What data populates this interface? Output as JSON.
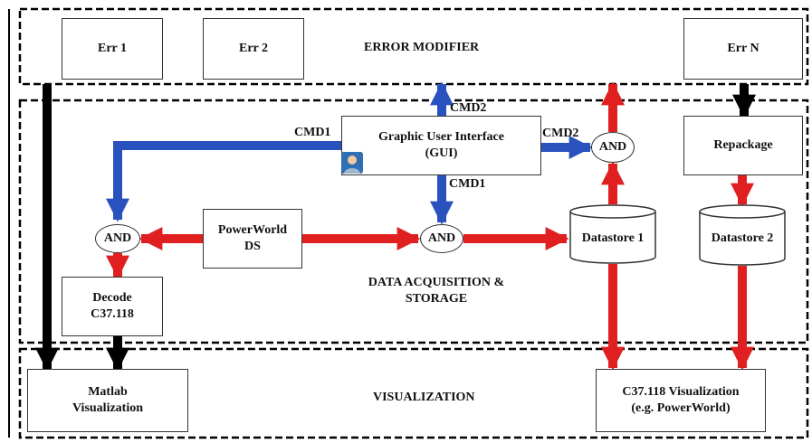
{
  "regions": {
    "error_modifier": "ERROR MODIFIER",
    "data_acquisition": "DATA ACQUISITION &\nSTORAGE",
    "visualization": "VISUALIZATION"
  },
  "boxes": {
    "err1": "Err 1",
    "err2": "Err 2",
    "errn": "Err N",
    "gui": "Graphic User Interface\n(GUI)",
    "repackage": "Repackage",
    "powerworld_ds": "PowerWorld\nDS",
    "decode": "Decode\nC37.118",
    "matlab_vis": "Matlab\nVisualization",
    "c37_vis": "C37.118 Visualization\n(e.g. PowerWorld)"
  },
  "stores": {
    "datastore1": "Datastore 1",
    "datastore2": "Datastore 2"
  },
  "gates": {
    "and_left": "AND",
    "and_mid": "AND",
    "and_top": "AND"
  },
  "signals": {
    "cmd1_left": "CMD1",
    "cmd1_down": "CMD1",
    "cmd2_up": "CMD2",
    "cmd2_right": "CMD2"
  },
  "colors": {
    "red_arrow": "#e02020",
    "blue_arrow": "#2a52be",
    "black_arrow": "#000000"
  }
}
